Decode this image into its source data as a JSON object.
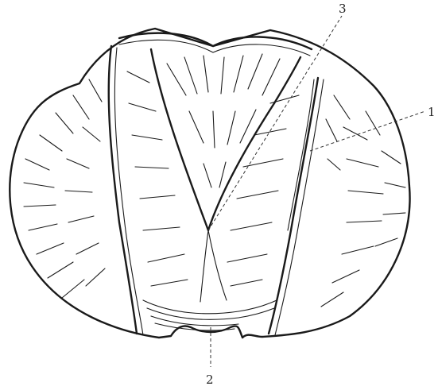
{
  "labels": {
    "label_1": "1",
    "label_2": "2",
    "label_3": "3"
  },
  "colors": {
    "ink": "#1a1a1a",
    "background": "#ffffff"
  }
}
